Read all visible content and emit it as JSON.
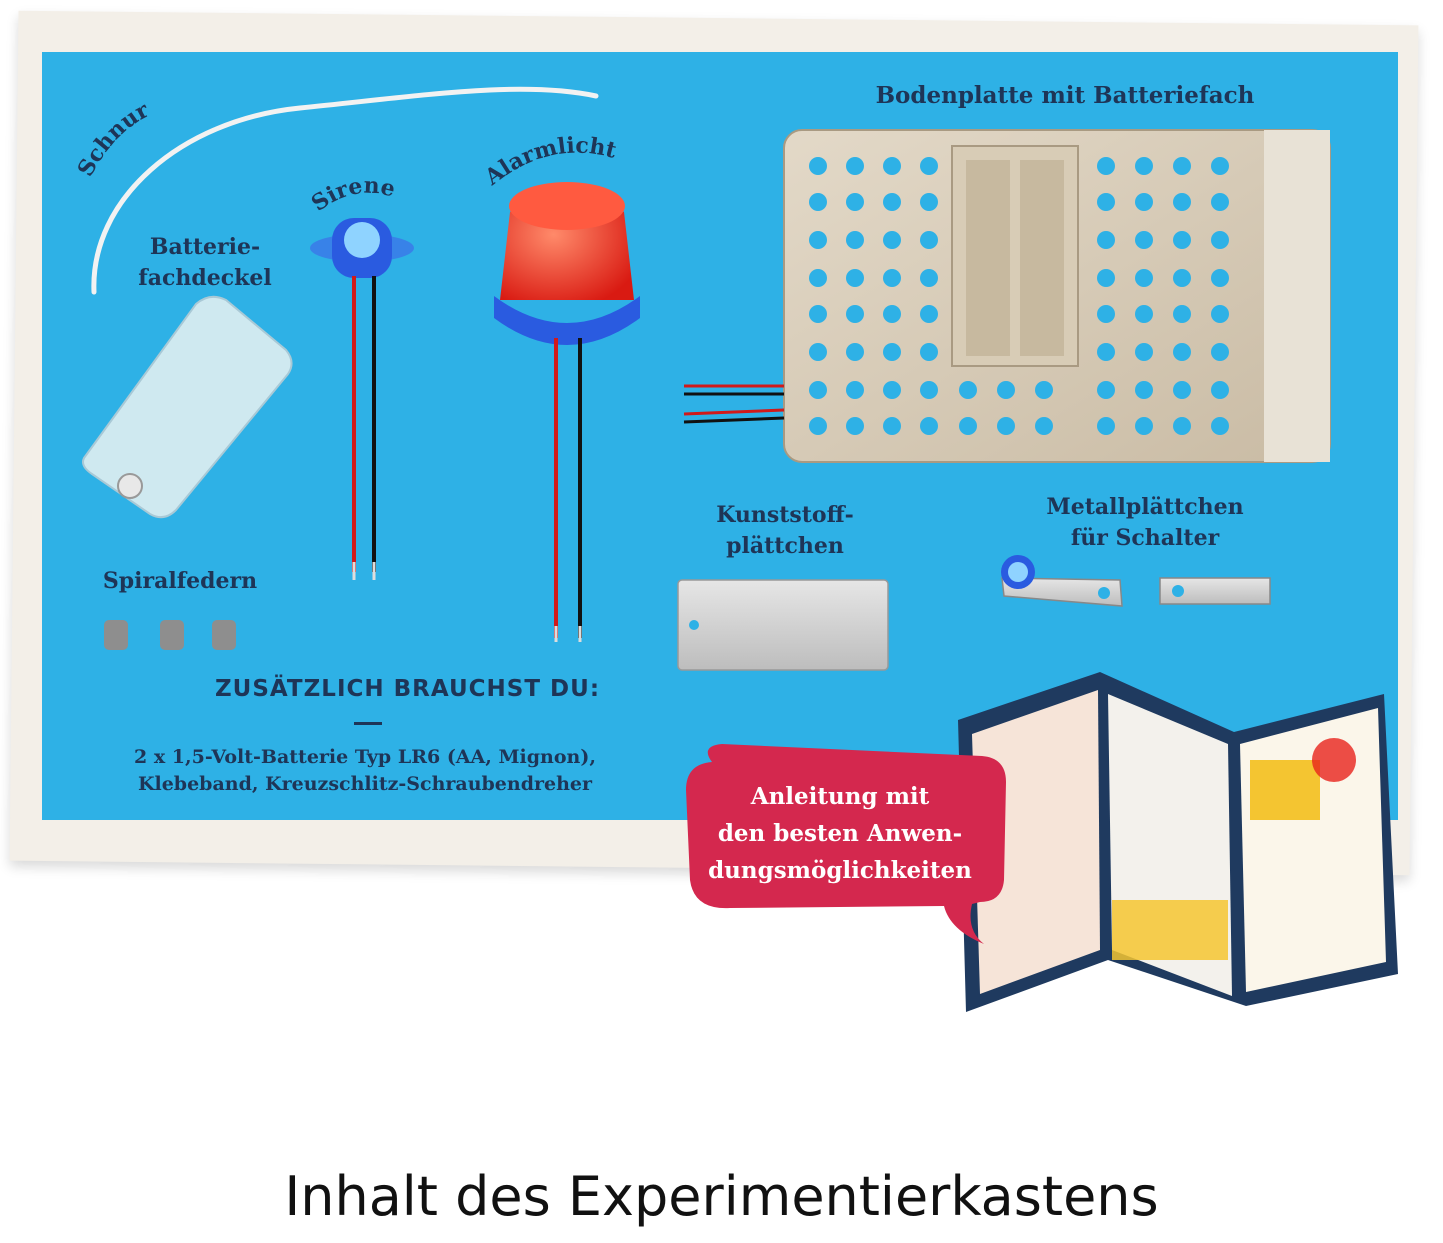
{
  "labels": {
    "schnur": "Schnur",
    "sirene": "Sirene",
    "alarmlicht": "Alarmlicht",
    "bodenplatte": "Bodenplatte mit Batteriefach",
    "batteriefachdeckel": "Batterie-\nfachdeckel",
    "spiralfedern": "Spiralfedern",
    "kunststoff": "Kunststoff-\nplättchen",
    "metall": "Metallplättchen\nfür Schalter"
  },
  "extra": {
    "heading": "ZUSÄTZLICH BRAUCHST DU:",
    "text": "2 x 1,5-Volt-Batterie Typ LR6 (AA, Mignon),\nKlebeband, Kreuzschlitz-Schraubendreher"
  },
  "bubble": {
    "text": "Anleitung mit\nden besten Anwen-\ndungsmöglichkeiten"
  },
  "caption": "Inhalt des Experimentierkastens",
  "colors": {
    "board": "#2eb1e6",
    "label": "#1e3557",
    "bubble": "#d4284e",
    "alarm_red": "#e8231c",
    "sirene_blue": "#2a5be0"
  }
}
